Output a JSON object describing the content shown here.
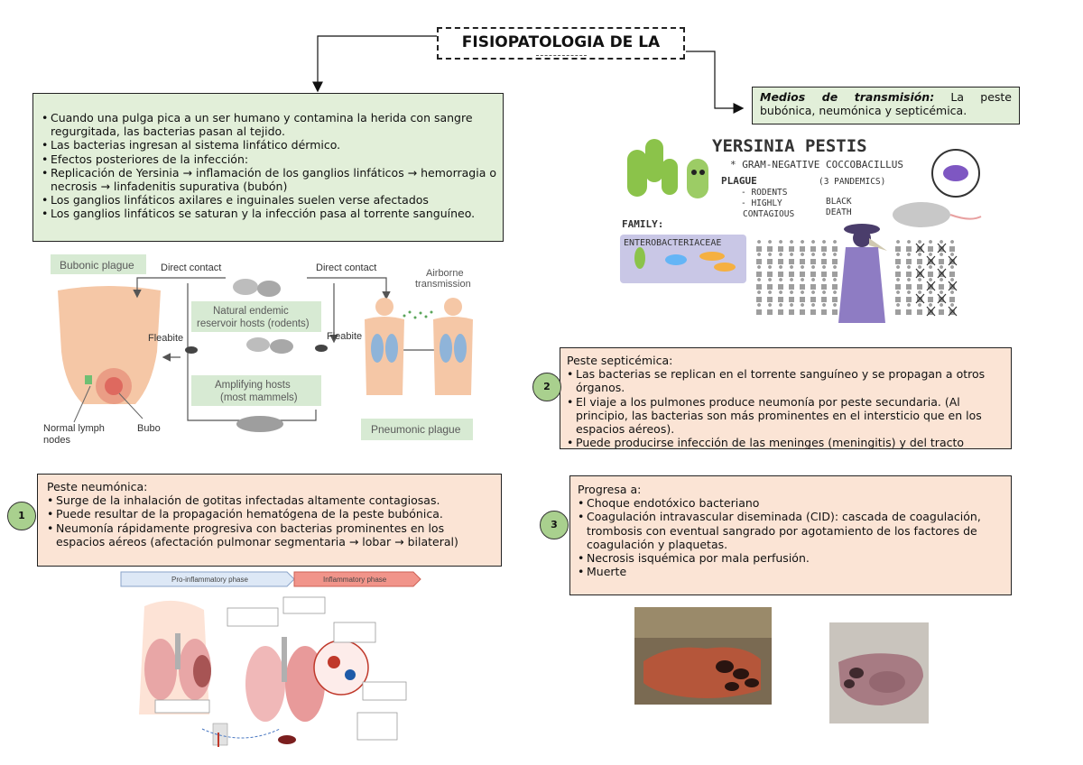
{
  "title": "FISIOPATOLOGIA DE LA",
  "transmission": {
    "label": "Medios de transmisión:",
    "text": " La peste bubónica, neumónica y septicémica."
  },
  "bubonic_box": {
    "items": [
      "Cuando una pulga pica a un ser humano y contamina la herida con sangre regurgitada, las bacterias pasan al tejido.",
      "Las bacterias ingresan al sistema linfático dérmico.",
      "Efectos posteriores de la infección:",
      "Replicación de Yersinia → inflamación de los ganglios linfáticos → hemorragia o necrosis → linfadenitis supurativa (bubón)",
      "Los ganglios linfáticos axilares e inguinales suelen verse afectados",
      "Los ganglios linfáticos se saturan y la infección pasa al torrente sanguíneo."
    ]
  },
  "cycle_diagram": {
    "bubonic_label": "Bubonic plague",
    "direct_contact_1": "Direct contact",
    "direct_contact_2": "Direct contact",
    "airborne": "Airborne",
    "transmission": "transmission",
    "reservoir_1": "Natural endemic",
    "reservoir_2": "reservoir hosts (rodents)",
    "fleabite_left": "Fleabite",
    "fleabite_right": "Fleabite",
    "amplifying_1": "Amplifying hosts",
    "amplifying_2": "(most mammels)",
    "normal_lymph_1": "Normal lymph",
    "normal_lymph_2": "nodes",
    "bubo": "Bubo",
    "pneumonic_label": "Pneumonic plague"
  },
  "yersinia": {
    "title": "YERSINIA PESTIS",
    "subtitle": "* GRAM-NEGATIVE COCCOBACILLUS",
    "plague": "PLAGUE",
    "rodents": "- RODENTS",
    "highly": "- HIGHLY",
    "contagious": "CONTAGIOUS",
    "pandemics": "(3 PANDEMICS)",
    "black": "BLACK",
    "death": "DEATH",
    "family": "FAMILY:",
    "family_name": "ENTEROBACTERIACEAE"
  },
  "septicemic_box": {
    "header": "Peste septicémica:",
    "items": [
      "Las bacterias se replican en el torrente sanguíneo y se propagan a otros órganos.",
      "El viaje a los pulmones produce neumonía por peste secundaria. (Al principio, las bacterias son más prominentes en el intersticio que en los espacios aéreos).",
      "Puede producirse infección de las meninges (meningitis) y del tracto"
    ]
  },
  "pneumonic_box": {
    "header": "Peste neumónica:",
    "items": [
      "Surge de la inhalación de gotitas infectadas altamente contagiosas.",
      "Puede resultar de la propagación hematógena de la peste bubónica.",
      "Neumonía rápidamente progresiva con bacterias prominentes en los espacios aéreos (afectación pulmonar segmentaria → lobar → bilateral)"
    ]
  },
  "progression_box": {
    "header": "Progresa a:",
    "items": [
      "Choque endotóxico bacteriano",
      "Coagulación intravascular diseminada (CID): cascada de coagulación, trombosis con eventual sangrado por agotamiento de los factores de coagulación y plaquetas.",
      "Necrosis isquémica por mala perfusión.",
      "Muerte"
    ]
  },
  "badges": {
    "one": "1",
    "two": "2",
    "three": "3"
  },
  "lung_diagram": {
    "pro_phase": "Pro-inflammatory phase",
    "inflammatory_phase": "Inflammatory phase"
  },
  "colors": {
    "green_box": "#e2efd9",
    "salmon_box": "#fbe4d5",
    "badge": "#a9d08e"
  }
}
